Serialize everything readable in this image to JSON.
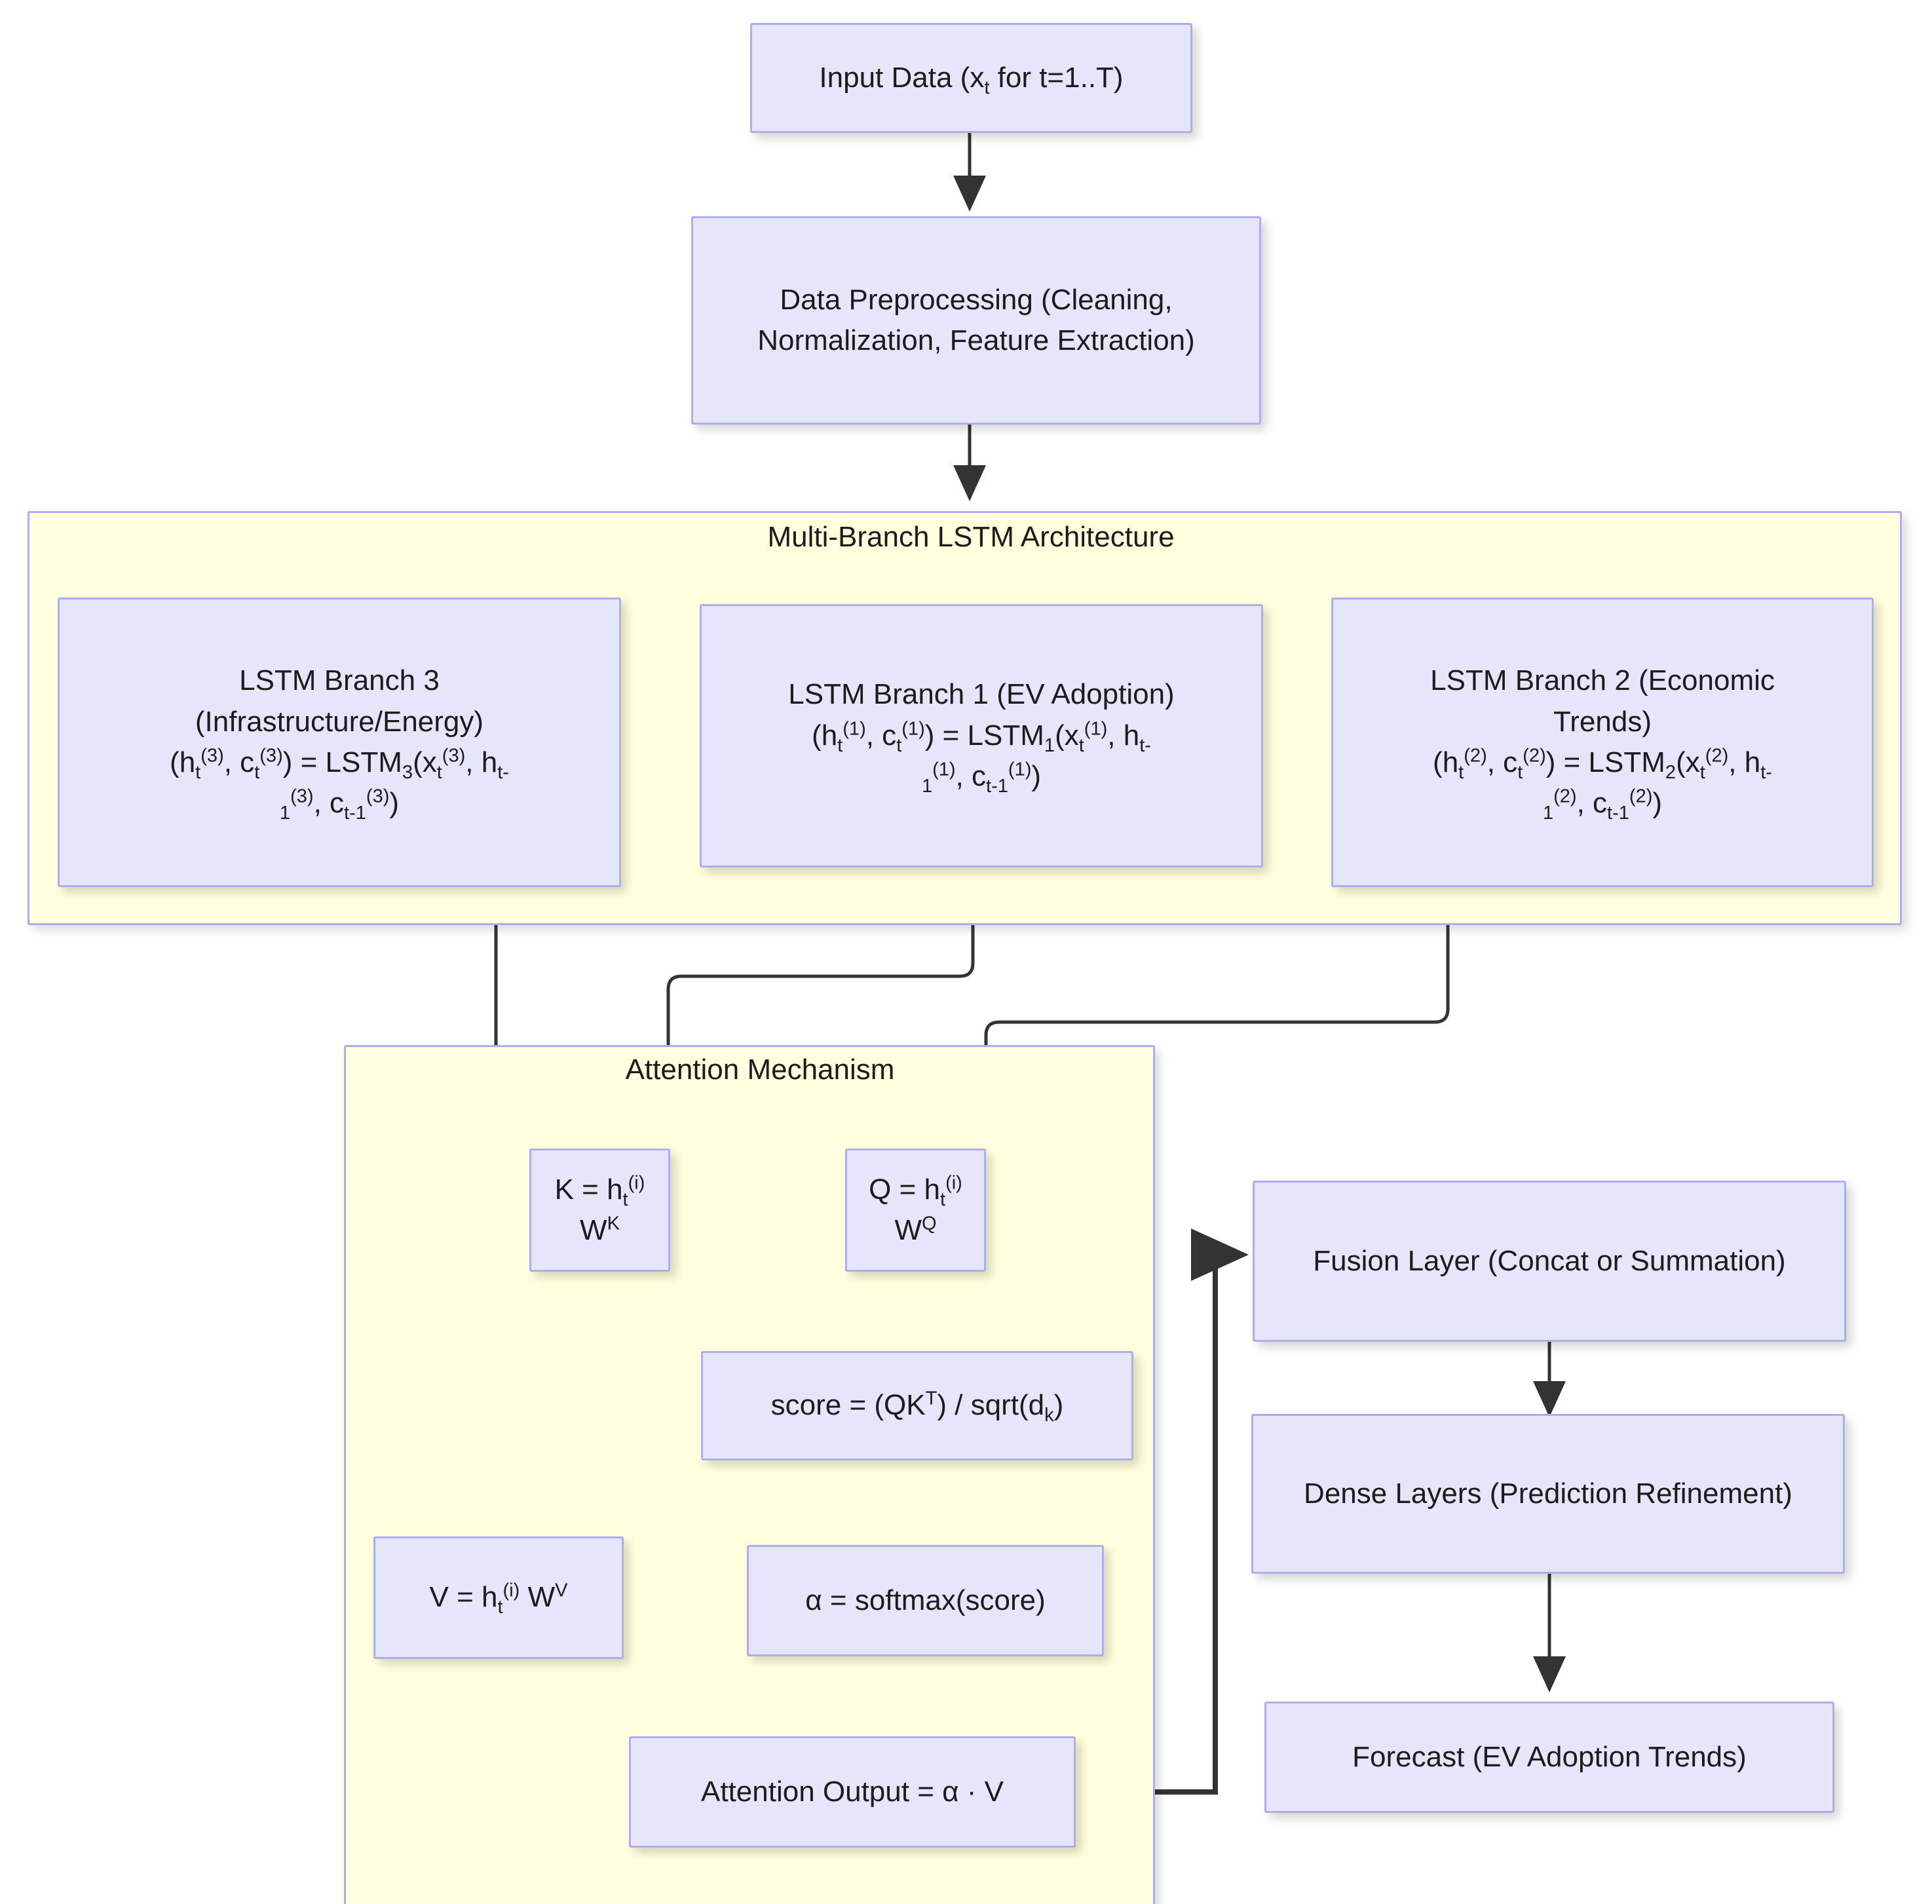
{
  "diagram": {
    "title_nodes": {
      "lstm_cluster_label": "Multi-Branch LSTM Architecture",
      "attention_cluster_label": "Attention Mechanism"
    },
    "nodes": {
      "input_data": "Input Data (xₜ for t=1..T)",
      "input_data_parts": {
        "pre": "Input Data (x",
        "sub": "t",
        "post": " for t=1..T)"
      },
      "preprocessing": "Data Preprocessing (Cleaning, Normalization, Feature Extraction)",
      "branch3_title": "LSTM Branch 3 (Infrastructure/Energy)",
      "branch3_formula": "(hₜ⁽³⁾, cₜ⁽³⁾) = LSTM₃(xₜ⁽³⁾, hₜ₋₁⁽³⁾, cₜ₋₁⁽³⁾)",
      "branch1_title": "LSTM Branch 1 (EV Adoption)",
      "branch1_formula": "(hₜ⁽¹⁾, cₜ⁽¹⁾) = LSTM₁(xₜ⁽¹⁾, hₜ₋₁⁽¹⁾, cₜ₋₁⁽¹⁾)",
      "branch2_title": "LSTM Branch 2 (Economic Trends)",
      "branch2_formula": "(hₜ⁽²⁾, cₜ⁽²⁾) = LSTM₂(xₜ⁽²⁾, hₜ₋₁⁽²⁾, cₜ₋₁⁽²⁾)",
      "key": "K = hₜ⁽ⁱ⁾ Wᴷ",
      "query": "Q = hₜ⁽ⁱ⁾ Wǫ",
      "score": "score = (QKᵀ) / sqrt(dₖ)",
      "value": "V = hₜ⁽ⁱ⁾ Wᵛ",
      "alpha": "α = softmax(score)",
      "attention_output": "Attention Output = α · V",
      "fusion": "Fusion Layer (Concat or Summation)",
      "dense": "Dense Layers (Prediction Refinement)",
      "forecast": "Forecast (EV Adoption Trends)"
    },
    "colors": {
      "node_fill": "#e6e6fa",
      "node_border": "#aeaeee",
      "cluster_fill": "#ffffdd",
      "cluster_border": "#aeaeee",
      "edge": "#333333",
      "text": "#1c1c1c"
    }
  }
}
